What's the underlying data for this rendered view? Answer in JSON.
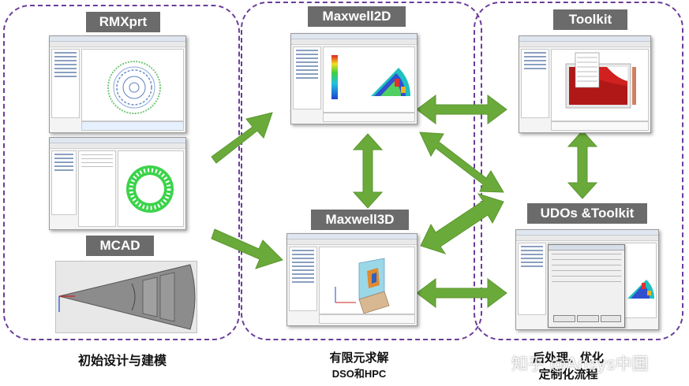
{
  "groups": {
    "left": {
      "top_label": "RMXprt",
      "mid_label": "MCAD",
      "caption": "初始设计与建模"
    },
    "middle": {
      "top_label": "Maxwell2D",
      "mid_label": "Maxwell3D",
      "caption_line1": "有限元求解",
      "caption_line2": "DSO和HPC"
    },
    "right": {
      "top_label": "Toolkit",
      "mid_label": "UDOs &Toolkit",
      "caption_line1": "后处理、优化",
      "caption_line2": "定制化流程"
    }
  },
  "watermark": "知乎 @Ansys中国",
  "colors": {
    "border": "#6a3d9a",
    "arrow": "#6aaa3a",
    "label_bg": "#6b6b6b"
  }
}
